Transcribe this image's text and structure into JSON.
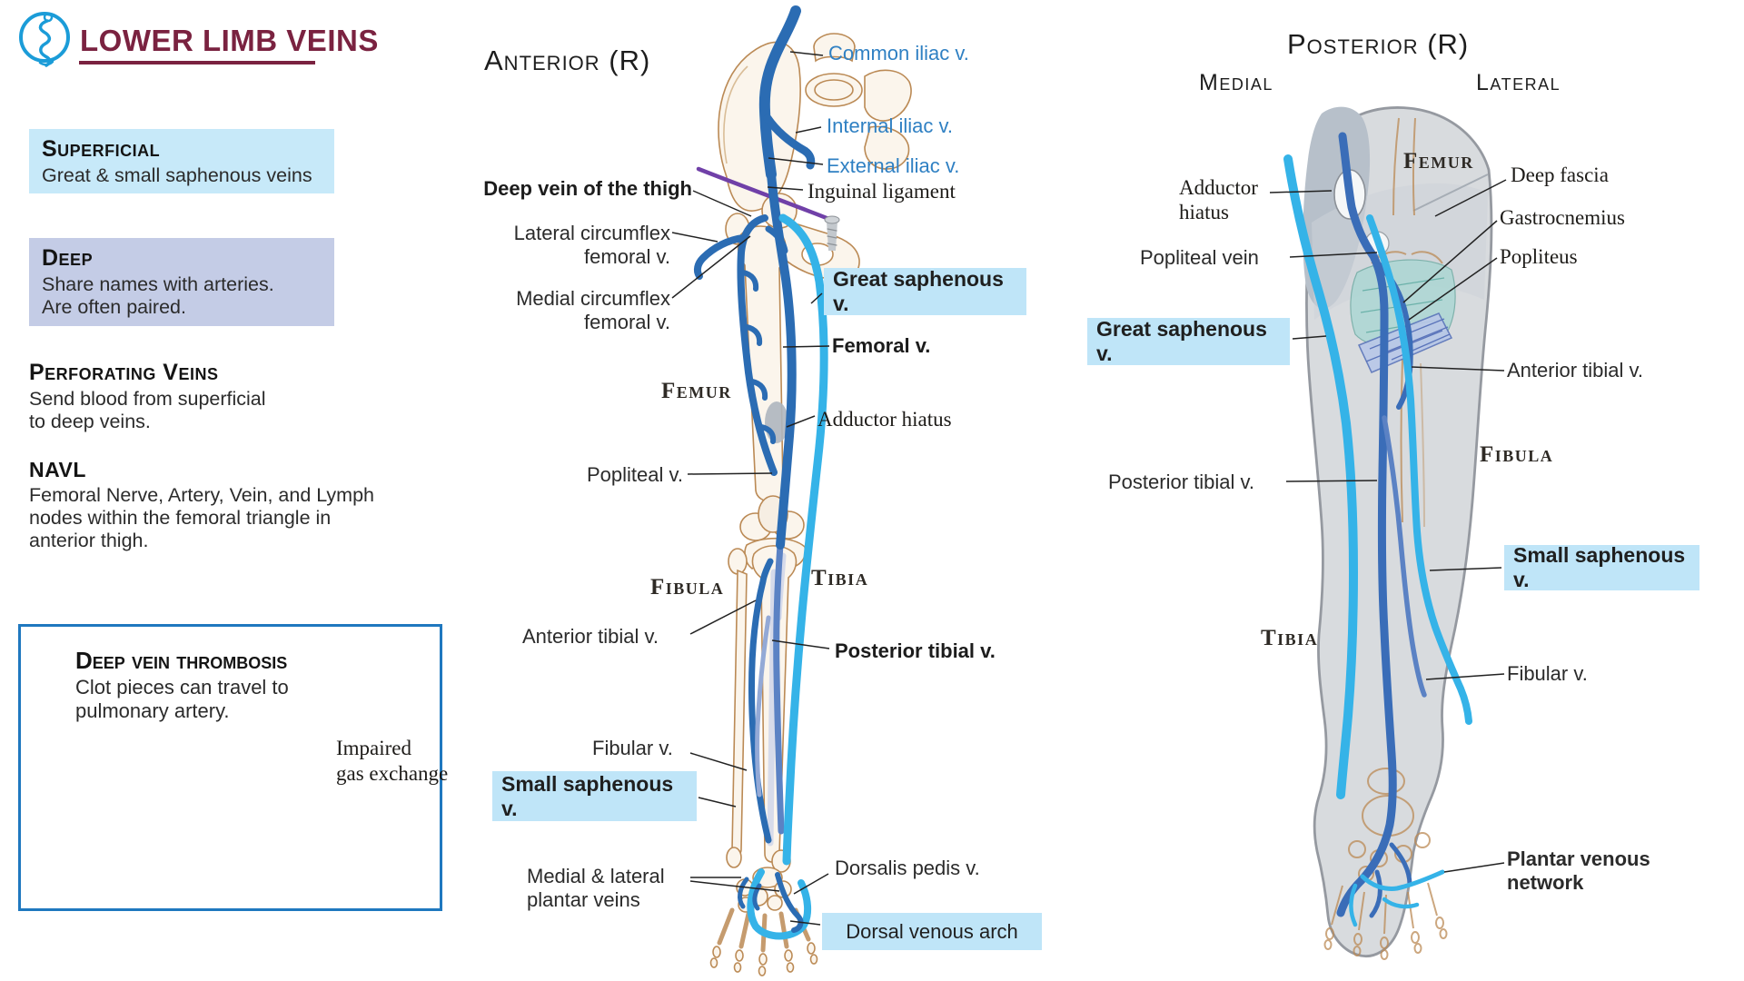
{
  "header": {
    "title": "LOWER LIMB VEINS",
    "logo_icon": "asclepius-staff-in-circle"
  },
  "legend": {
    "superficial": {
      "title": "Superficial",
      "body": "Great & small saphenous veins"
    },
    "deep": {
      "title": "Deep",
      "body": "Share names with arteries.\nAre often paired."
    },
    "perforating": {
      "title": "Perforating Veins",
      "body": "Send blood from superficial\nto deep veins."
    },
    "navl": {
      "title": "NAVL",
      "body": "Femoral Nerve, Artery, Vein, and Lymph\nnodes within the  femoral triangle in\nanterior thigh."
    }
  },
  "dvt": {
    "icon": "caduceus",
    "title": "Deep vein thrombosis",
    "body": "Clot pieces can travel to\npulmonary artery.",
    "lung_caption": "Impaired\ngas exchange"
  },
  "anterior": {
    "title": "Anterior (R)",
    "labels": {
      "common_iliac": "Common iliac v.",
      "internal_iliac": "Internal iliac v.",
      "external_iliac": "External iliac v.",
      "inguinal_ligament": "Inguinal ligament",
      "deep_vein_thigh": "Deep vein of the thigh",
      "lateral_circumflex": "Lateral circumflex\nfemoral v.",
      "medial_circumflex": "Medial circumflex\nfemoral v.",
      "great_saphenous": "Great saphenous v.",
      "femoral": "Femoral v.",
      "femur": "Femur",
      "adductor_hiatus": "Adductor hiatus",
      "popliteal": "Popliteal v.",
      "fibula": "Fibula",
      "tibia": "Tibia",
      "anterior_tibial": "Anterior tibial v.",
      "posterior_tibial": "Posterior tibial v.",
      "fibular": "Fibular v.",
      "small_saphenous": "Small saphenous v.",
      "plantar_veins": "Medial & lateral\nplantar veins",
      "dorsalis_pedis": "Dorsalis pedis v.",
      "dorsal_venous_arch": "Dorsal venous arch"
    }
  },
  "posterior": {
    "title": "Posterior (R)",
    "side_medial": "Medial",
    "side_lateral": "Lateral",
    "labels": {
      "adductor_hiatus": "Adductor\nhiatus",
      "popliteal_vein": "Popliteal vein",
      "great_saphenous": "Great saphenous v.",
      "posterior_tibial": "Posterior tibial v.",
      "tibia": "Tibia",
      "femur": "Femur",
      "deep_fascia": "Deep fascia",
      "gastrocnemius": "Gastrocnemius",
      "popliteus": "Popliteus",
      "anterior_tibial": "Anterior tibial v.",
      "fibula": "Fibula",
      "small_saphenous": "Small saphenous v.",
      "fibular": "Fibular v.",
      "plantar_network": "Plantar venous\nnetwork"
    }
  },
  "colors": {
    "title_maroon": "#7a2240",
    "highlight_blue": "#bfe5f8",
    "superficial_blue": "#c7e9f9",
    "deep_lavender": "#c4cce6",
    "vein_dark_blue": "#2b6cb3",
    "vein_cyan": "#35b3e8",
    "vein_steel": "#5b82c4",
    "ligament_purple": "#7040a8",
    "dvt_border_blue": "#1f78bf",
    "caduceus_purple": "#5c2150",
    "bone_outline": "#bb8a55",
    "silhouette_gray": "#d8dbde"
  }
}
